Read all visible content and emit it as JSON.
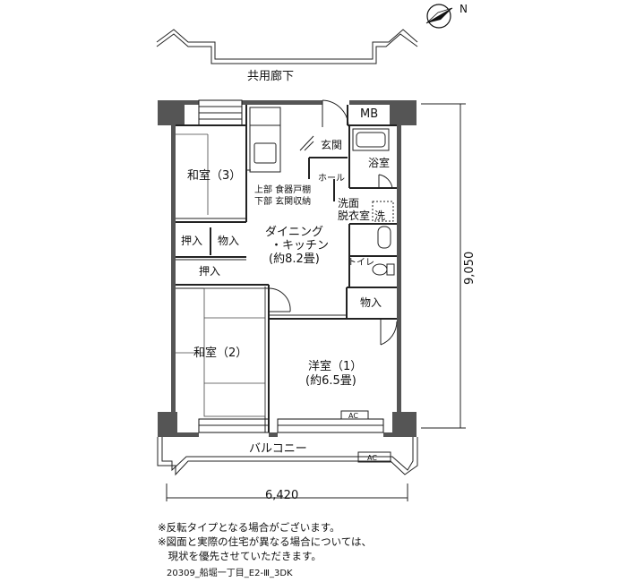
{
  "compass": {
    "label": "N"
  },
  "labels": {
    "corridor": "共用廊下",
    "mb": "MB",
    "entrance": "玄関",
    "bath": "浴室",
    "hall": "ホール",
    "washroom_1": "洗面",
    "washroom_2": "脱衣室",
    "washer": "洗",
    "storage_upper": "上部 食器戸棚",
    "storage_lower": "下部 玄関収納",
    "japanese_room_3": "和室（3）",
    "dining_kitchen_1": "ダイニング",
    "dining_kitchen_2": "・キッチン",
    "dining_kitchen_3": "(約8.2畳)",
    "closet_a": "押入",
    "closet_b": "物入",
    "closet_c": "押入",
    "toilet": "トイレ",
    "storage_right": "物入",
    "japanese_room_2": "和室（2）",
    "western_room_1a": "洋室（1）",
    "western_room_1b": "(約6.5畳)",
    "ac_room": "AC",
    "ac_balcony": "AC",
    "balcony": "バルコニー"
  },
  "dimensions": {
    "depth": "9,050",
    "width": "6,420"
  },
  "notes": [
    "※反転タイプとなる場合がございます。",
    "※図面と実際の住宅が異なる場合については、",
    "　現状を優先させていただきます。"
  ],
  "footer_code": "20309_船堀一丁目_E2-Ⅲ_3DK"
}
